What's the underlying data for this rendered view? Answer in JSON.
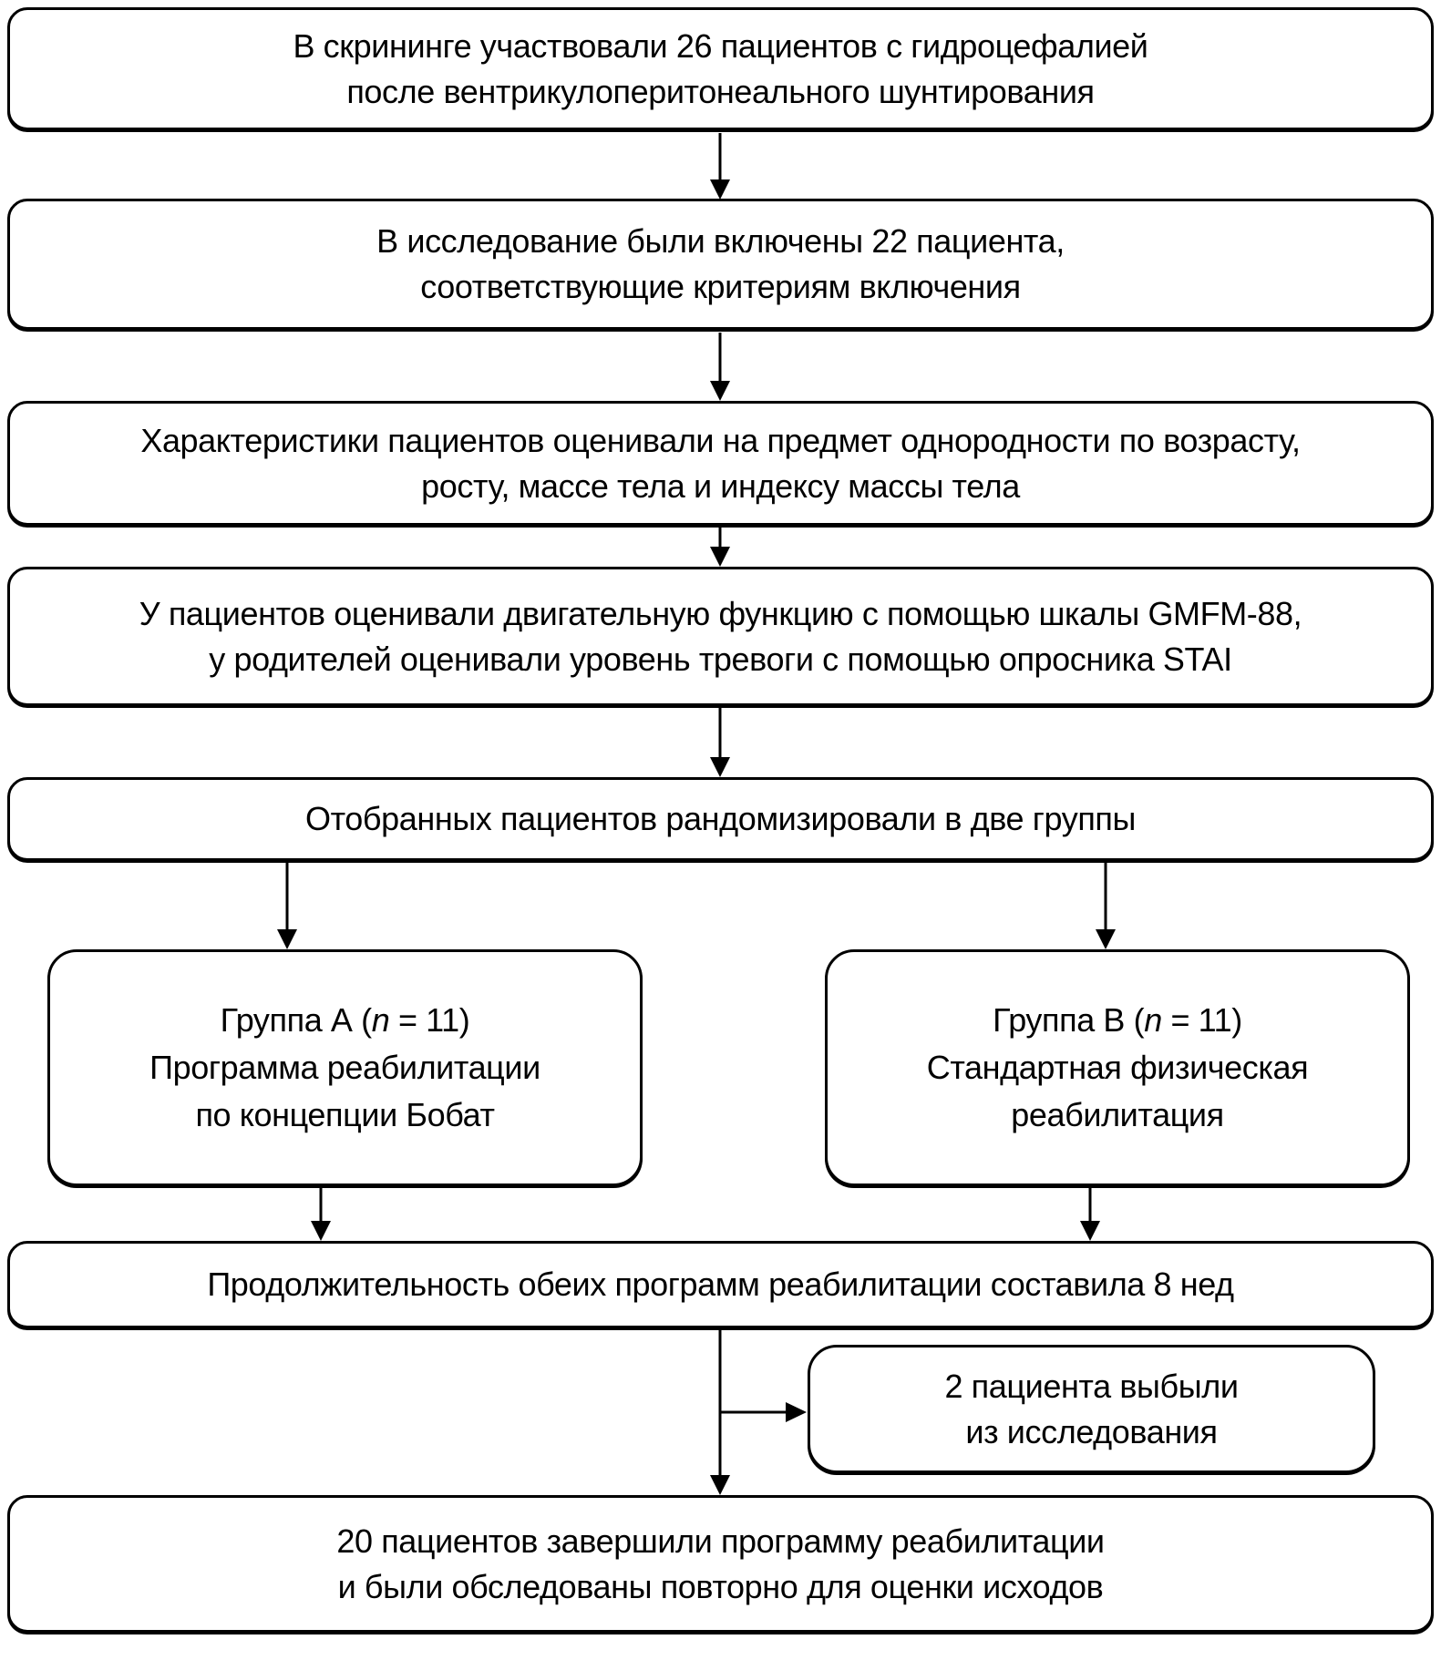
{
  "flowchart": {
    "boxes": {
      "screening": {
        "line1": "В скрининге участвовали 26 пациентов с гидроцефалией",
        "line2": "после вентрикулоперитонеального шунтирования"
      },
      "included": {
        "line1": "В исследование были включены 22 пациента,",
        "line2": "соответствующие критериям включения"
      },
      "characteristics": {
        "line1": "Характеристики пациентов оценивали на предмет однородности по возрасту,",
        "line2": "росту, массе тела и индексу массы тела"
      },
      "assessment": {
        "line1": "У пациентов оценивали двигательную функцию с помощью шкалы GMFM-88,",
        "line2": "у родителей оценивали уровень тревоги с помощью опросника STAI"
      },
      "randomization": {
        "line1": "Отобранных пациентов рандомизировали в две группы"
      },
      "group_a": {
        "title_prefix": "Группа А (",
        "n_symbol": "n",
        "title_suffix": " = 11)",
        "line2": "Программа реабилитации",
        "line3": "по концепции Бобат"
      },
      "group_b": {
        "title_prefix": "Группа В (",
        "n_symbol": "n",
        "title_suffix": " = 11)",
        "line2": "Стандартная физическая",
        "line3": "реабилитация"
      },
      "duration": {
        "line1": "Продолжительность обеих программ реабилитации составила 8 нед"
      },
      "dropout": {
        "line1": "2 пациента выбыли",
        "line2": "из исследования"
      },
      "completed": {
        "line1": "20 пациентов завершили программу реабилитации",
        "line2": "и были обследованы повторно для оценки исходов"
      }
    },
    "colors": {
      "line": "#000000",
      "box_fill": "#ffffff",
      "background": "#ffffff"
    }
  }
}
